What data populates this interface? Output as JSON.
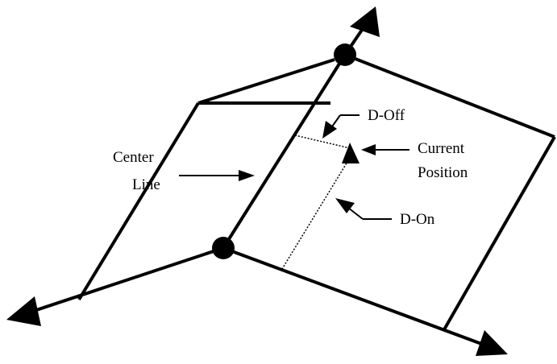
{
  "diagram": {
    "labels": {
      "center_line_1": "Center",
      "center_line_2": "Line",
      "d_off": "D-Off",
      "current_position_1": "Current",
      "current_position_2": "Position",
      "d_on": "D-On"
    },
    "colors": {
      "stroke": "#000000",
      "background": "#ffffff"
    }
  }
}
